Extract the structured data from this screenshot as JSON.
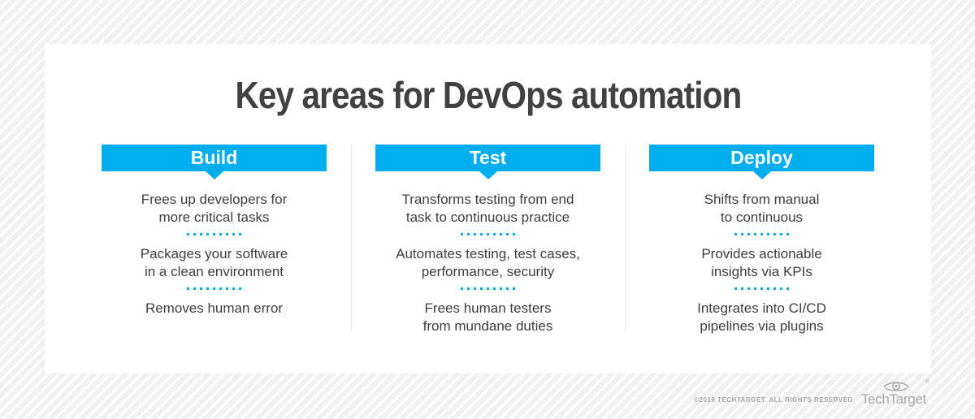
{
  "title": "Key areas for DevOps automation",
  "columns": [
    {
      "header": "Build",
      "items": [
        "Frees up developers for\nmore critical tasks",
        "Packages your software\nin a clean environment",
        "Removes human error"
      ]
    },
    {
      "header": "Test",
      "items": [
        "Transforms testing from end\ntask to continuous practice",
        "Automates testing, test cases,\nperformance, security",
        "Frees human testers\nfrom mundane duties"
      ]
    },
    {
      "header": "Deploy",
      "items": [
        "Shifts from manual\nto continuous",
        "Provides actionable\ninsights via KPIs",
        "Integrates into CI/CD\npipelines via plugins"
      ]
    }
  ],
  "footer": {
    "copyright": "©2019 TECHTARGET. ALL RIGHTS RESERVED",
    "brand": "TechTarget",
    "registered_mark": "®",
    "logo_icon": "eye-target-icon"
  },
  "colors": {
    "accent": "#00AEEF",
    "title_text": "#414042",
    "body_text": "#3E3E3E",
    "divider": "#E8E8E8",
    "footer_text": "#A9A9A9",
    "card_bg": "#FFFFFF",
    "stripe_bg": "#F1F1F1"
  }
}
